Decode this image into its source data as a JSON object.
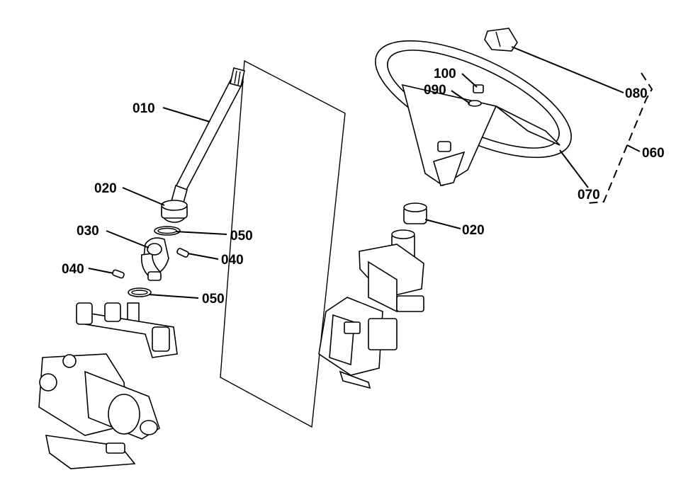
{
  "labels": {
    "p010": "010",
    "p020_left": "020",
    "p030": "030",
    "p050_upper": "050",
    "p040_right": "040",
    "p040_left": "040",
    "p050_lower": "050",
    "p100": "100",
    "p090": "090",
    "p080": "080",
    "p060": "060",
    "p070": "070",
    "p020_right": "020"
  }
}
